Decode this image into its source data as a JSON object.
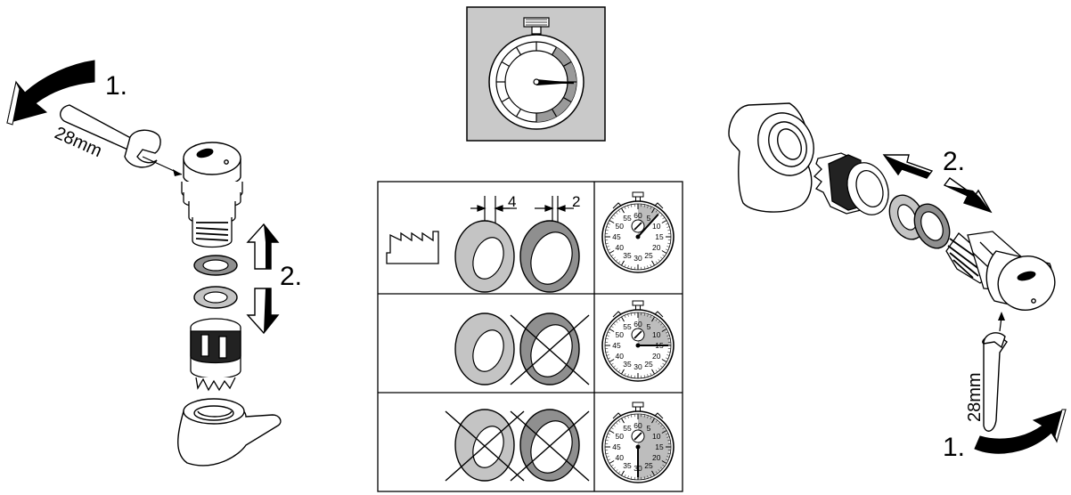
{
  "left_assembly": {
    "step1_label": "1.",
    "step2_label": "2.",
    "wrench_size": "28mm"
  },
  "right_assembly": {
    "step1_label": "1.",
    "step2_label": "2.",
    "wrench_size": "28mm"
  },
  "wear_table": {
    "thickness_new": "4",
    "thickness_worn": "2",
    "dial_numbers": [
      "60",
      "5",
      "10",
      "15",
      "20",
      "25",
      "30",
      "35",
      "40",
      "45",
      "50",
      "55"
    ],
    "rows": [
      {
        "status": "ok",
        "crossed_seals": 0,
        "hand_minutes": 7
      },
      {
        "status": "replace-worn-seal",
        "crossed_seals": 1,
        "hand_minutes": 15
      },
      {
        "status": "replace-both-seals",
        "crossed_seals": 2,
        "hand_minutes": 30
      }
    ]
  },
  "colors": {
    "seal_new": "#c4c4c4",
    "seal_worn": "#8f8f8f",
    "timer_panel_bg": "#c9c9c9",
    "line": "#000000"
  }
}
